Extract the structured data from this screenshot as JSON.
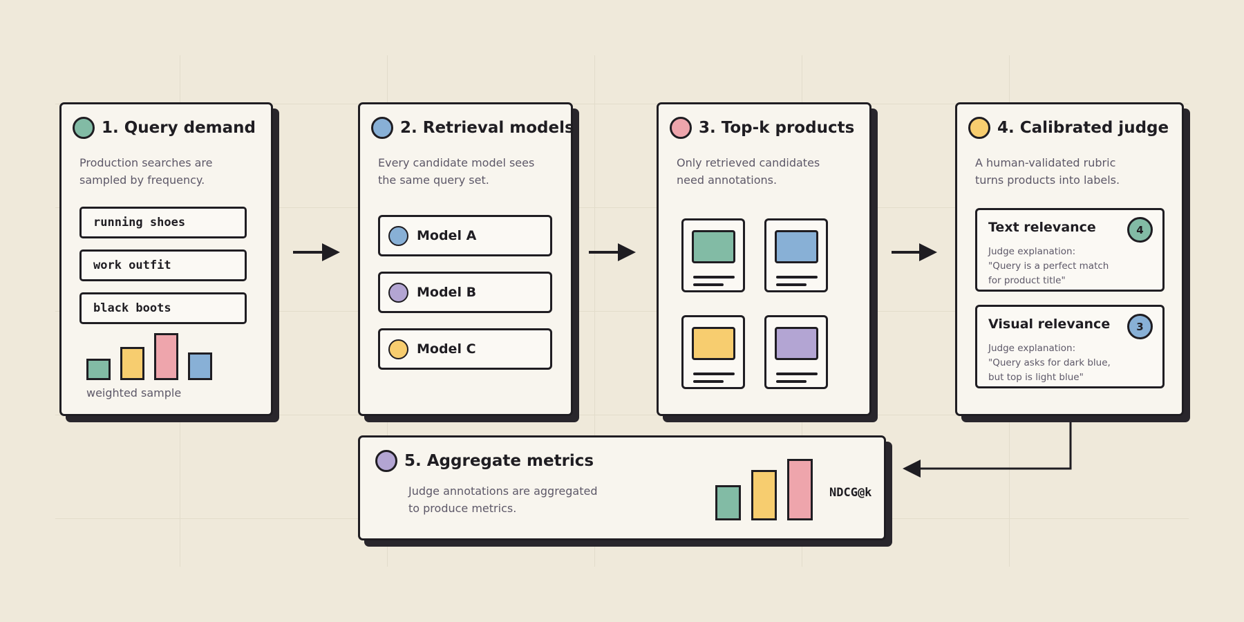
{
  "colors": {
    "green": "#82bba5",
    "blue": "#88b0d6",
    "pink": "#eea5ac",
    "yellow": "#f7cd6f",
    "purple": "#b3a5d3",
    "background": "#efe9da",
    "card": "#f8f5ee",
    "ink": "#1f1d22"
  },
  "stage1": {
    "title": "1. Query demand",
    "desc": [
      "Production searches are",
      "sampled by frequency."
    ],
    "queries": [
      "running shoes",
      "work outfit",
      "black boots"
    ],
    "sample_label": "weighted sample"
  },
  "stage2": {
    "title": "2. Retrieval models",
    "desc": [
      "Every candidate model sees",
      "the same query set."
    ],
    "models": [
      "Model A",
      "Model B",
      "Model C"
    ]
  },
  "stage3": {
    "title": "3. Top-k products",
    "desc": [
      "Only retrieved candidates",
      "need annotations."
    ]
  },
  "stage4": {
    "title": "4. Calibrated judge",
    "desc": [
      "A human-validated rubric",
      "turns products into labels."
    ],
    "judgements": [
      {
        "title": "Text relevance",
        "score": "4",
        "explanation": [
          "Judge explanation:",
          "\"Query is a perfect match",
          "for product title\""
        ]
      },
      {
        "title": "Visual relevance",
        "score": "3",
        "explanation": [
          "Judge explanation:",
          "\"Query asks for dark blue,",
          "but top is light blue\""
        ]
      }
    ]
  },
  "stage5": {
    "title": "5. Aggregate metrics",
    "desc": [
      "Judge annotations are aggregated",
      "to produce metrics."
    ],
    "metric_label": "NDCG@k"
  }
}
